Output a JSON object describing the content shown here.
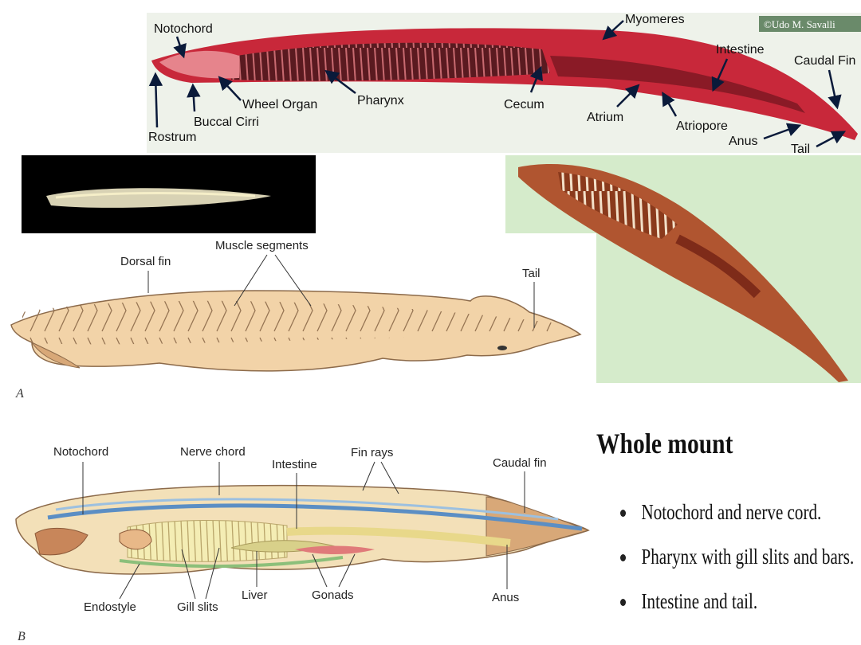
{
  "top_photo": {
    "watermark": "©Udo M. Savalli",
    "labels": {
      "notochord": "Notochord",
      "rostrum": "Rostrum",
      "buccal_cirri": "Buccal Cirri",
      "wheel_organ": "Wheel Organ",
      "pharynx": "Pharynx",
      "cecum": "Cecum",
      "myomeres": "Myomeres",
      "atrium": "Atrium",
      "atriopore": "Atriopore",
      "intestine": "Intestine",
      "caudal_fin": "Caudal Fin",
      "anus": "Anus",
      "tail": "Tail"
    }
  },
  "diagram_a": {
    "letter": "A",
    "labels": {
      "dorsal_fin": "Dorsal fin",
      "muscle_segments": "Muscle segments",
      "tail": "Tail"
    }
  },
  "diagram_b": {
    "letter": "B",
    "labels": {
      "notochord": "Notochord",
      "nerve_chord": "Nerve chord",
      "intestine": "Intestine",
      "fin_rays": "Fin rays",
      "caudal_fin": "Caudal fin",
      "endostyle": "Endostyle",
      "gill_slits": "Gill slits",
      "liver": "Liver",
      "gonads": "Gonads",
      "anus": "Anus"
    }
  },
  "slide": {
    "title": "Whole mount",
    "bullets": [
      "Notochord and nerve cord.",
      "Pharynx with gill slits and bars.",
      "Intestine and tail."
    ]
  },
  "colors": {
    "photo_red": "#c8283a",
    "photo_bg": "#eef2ea",
    "green_bg": "#d5ebcb",
    "body_tan": "#f2d3a8",
    "notochord_blue": "#5b8ec4"
  }
}
